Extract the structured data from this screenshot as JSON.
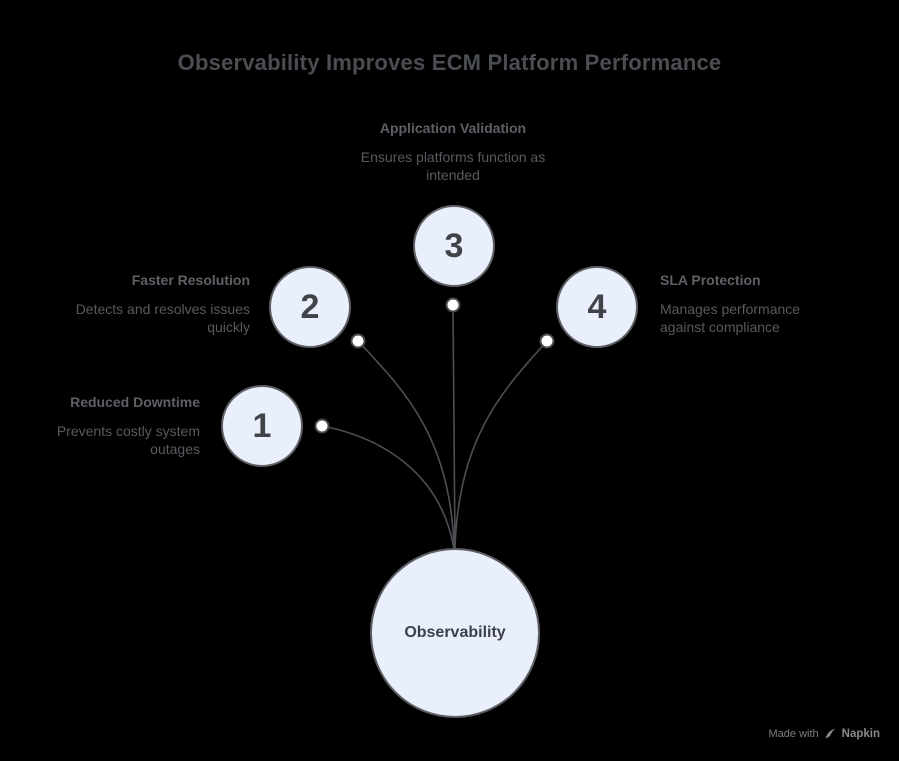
{
  "title": "Observability Improves ECM Platform Performance",
  "center": {
    "label": "Observability"
  },
  "items": [
    {
      "number": "1",
      "title": "Reduced Downtime",
      "description": "Prevents costly system outages"
    },
    {
      "number": "2",
      "title": "Faster Resolution",
      "description": "Detects and resolves issues quickly"
    },
    {
      "number": "3",
      "title": "Application Validation",
      "description": "Ensures platforms function as intended"
    },
    {
      "number": "4",
      "title": "SLA Protection",
      "description": "Manages performance against compliance"
    }
  ],
  "footer": {
    "made_with": "Made with",
    "brand": "Napkin"
  },
  "icons": {
    "footer_icon": "napkin-pen-icon"
  },
  "colors": {
    "background": "#000000",
    "node_fill": "#e9effc",
    "node_border": "#5d5f63",
    "connector": "#4c4f53",
    "dot_fill": "#ffffff",
    "title_text": "#4a4d52",
    "label_title_text": "#5d6167",
    "label_body_text": "#575a60",
    "number_text": "#404449",
    "center_label_text": "#3c4147",
    "footer_text": "#7e7e7e"
  }
}
